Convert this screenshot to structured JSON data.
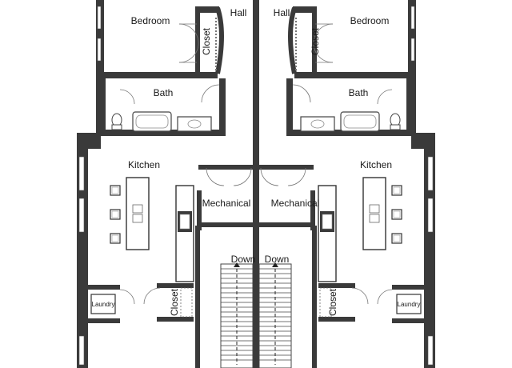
{
  "plan": {
    "left_unit": {
      "bedroom": "Bedroom",
      "hall": "Hall",
      "closet_upper": "Closet",
      "bath": "Bath",
      "kitchen": "Kitchen",
      "mechanical": "Mechanical",
      "stair": "Down",
      "laundry": "Laundry",
      "closet_lower": "Closet"
    },
    "right_unit": {
      "bedroom": "Bedroom",
      "hall": "Hall",
      "closet_upper": "Closet",
      "bath": "Bath",
      "kitchen": "Kitchen",
      "mechanical": "Mechanical",
      "stair": "Down",
      "laundry": "Laundry",
      "closet_lower": "Closet"
    }
  },
  "colors": {
    "wall": "#3a3a3a",
    "line": "#555555",
    "fixture": "#888888"
  }
}
